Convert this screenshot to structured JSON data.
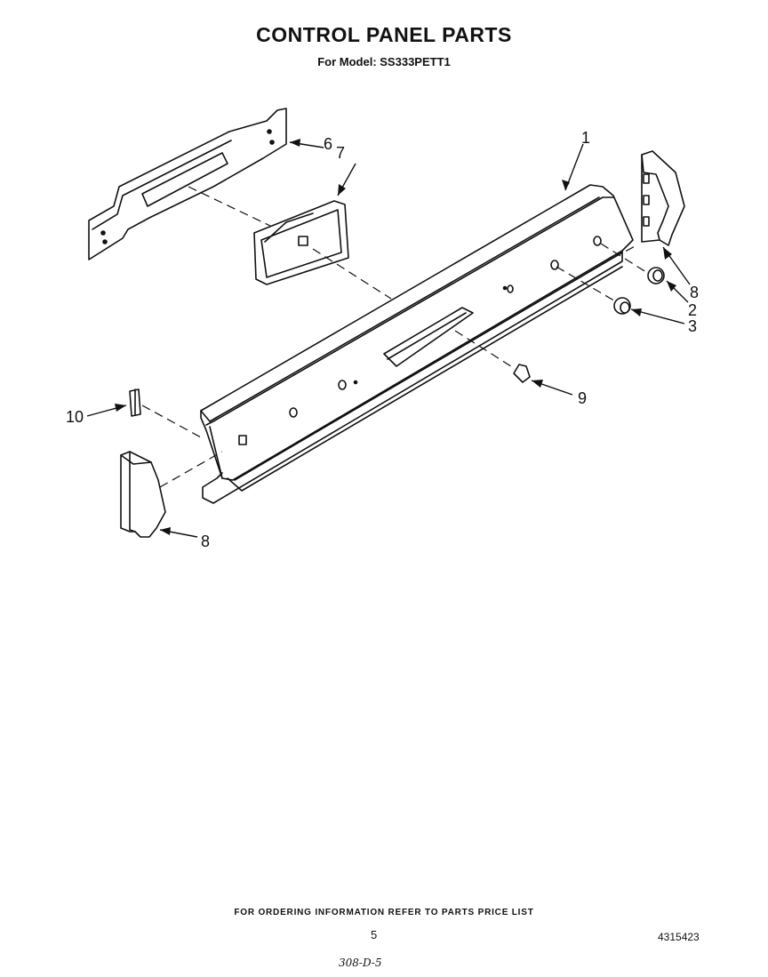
{
  "header": {
    "title": "CONTROL PANEL PARTS",
    "subtitle": "For Model: SS333PETT1"
  },
  "callouts": {
    "c1": "1",
    "c2": "2",
    "c3": "3",
    "c6": "6",
    "c7": "7",
    "c8_right": "8",
    "c8_left": "8",
    "c9": "9",
    "c10": "10"
  },
  "footer": {
    "note": "FOR ORDERING INFORMATION REFER TO PARTS PRICE LIST",
    "page_number": "5",
    "doc_number": "4315423",
    "handwritten": "308-D-5"
  }
}
